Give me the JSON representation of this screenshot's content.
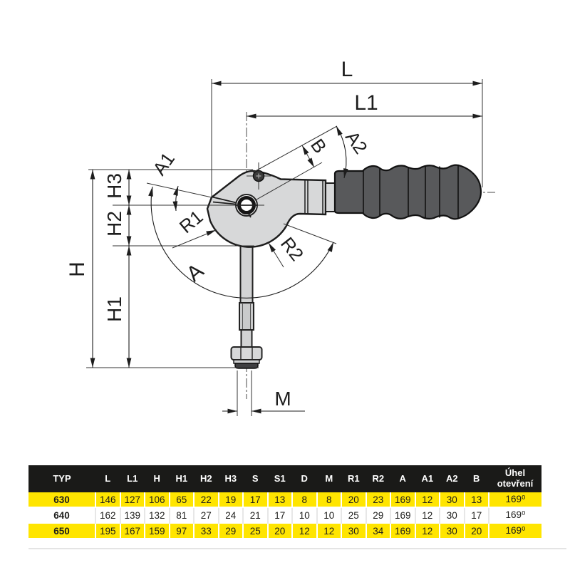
{
  "diagram": {
    "labels": {
      "L": "L",
      "L1": "L1",
      "H": "H",
      "H1": "H1",
      "H2": "H2",
      "H3": "H3",
      "A": "A",
      "A1": "A1",
      "A2": "A2",
      "B": "B",
      "R1": "R1",
      "R2": "R2",
      "M": "M"
    }
  },
  "table": {
    "headers": [
      "TYP",
      "L",
      "L1",
      "H",
      "H1",
      "H2",
      "H3",
      "S",
      "S1",
      "D",
      "M",
      "R1",
      "R2",
      "A",
      "A1",
      "A2",
      "B",
      "Úhel otevření"
    ],
    "rows": [
      {
        "highlight": true,
        "values": [
          "630",
          "146",
          "127",
          "106",
          "65",
          "22",
          "19",
          "17",
          "13",
          "8",
          "8",
          "20",
          "23",
          "169",
          "12",
          "30",
          "13",
          "169⁰"
        ]
      },
      {
        "highlight": false,
        "values": [
          "640",
          "162",
          "139",
          "132",
          "81",
          "27",
          "24",
          "21",
          "17",
          "10",
          "10",
          "25",
          "29",
          "169",
          "12",
          "30",
          "17",
          "169⁰"
        ]
      },
      {
        "highlight": true,
        "values": [
          "650",
          "195",
          "167",
          "159",
          "97",
          "33",
          "29",
          "25",
          "20",
          "12",
          "12",
          "30",
          "34",
          "169",
          "12",
          "30",
          "20",
          "169⁰"
        ]
      }
    ]
  },
  "colors": {
    "accent_yellow": "#ffe500",
    "header_bg": "#1a1a18",
    "body_fill": "#d7d8d9",
    "handle_fill": "#58595b",
    "line": "#1d1d1d"
  }
}
